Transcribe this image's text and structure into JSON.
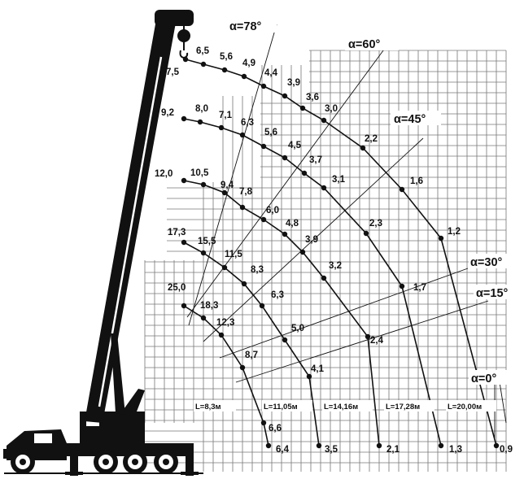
{
  "angles": {
    "a78": "α=78°",
    "a60": "α=60°",
    "a45": "α=45°",
    "a30": "α=30°",
    "a15": "α=15°",
    "a0": "α=0°"
  },
  "boom_lengths": [
    "L=8,3м",
    "L=11,05м",
    "L=14,16м",
    "L=17,28м",
    "L=20,00м"
  ],
  "capacities": {
    "L1": [
      "25,0",
      "18,3",
      "12,3",
      "8,7",
      "6,6",
      "6,4"
    ],
    "L2": [
      "17,3",
      "15,5",
      "11,5",
      "8,3",
      "6,3",
      "5,0",
      "4,1",
      "3,5"
    ],
    "L3": [
      "12,0",
      "10,5",
      "9,4",
      "7,8",
      "6,0",
      "4,8",
      "3,9",
      "3,2",
      "2,4",
      "2,1"
    ],
    "L4": [
      "9,2",
      "8,0",
      "7,1",
      "6,3",
      "5,6",
      "4,5",
      "3,7",
      "3,1",
      "2,3",
      "1,7",
      "1,3"
    ],
    "L5": [
      "7,5",
      "6,5",
      "5,6",
      "4,9",
      "4,4",
      "3,9",
      "3,6",
      "3,0",
      "2,2",
      "1,6",
      "1,2",
      "0,9"
    ]
  },
  "colors": {
    "ink": "#111111",
    "grid": "#777777",
    "bg": "#ffffff"
  },
  "icons": [
    "crane-truck-icon",
    "boom-icon",
    "hook-block-icon"
  ]
}
